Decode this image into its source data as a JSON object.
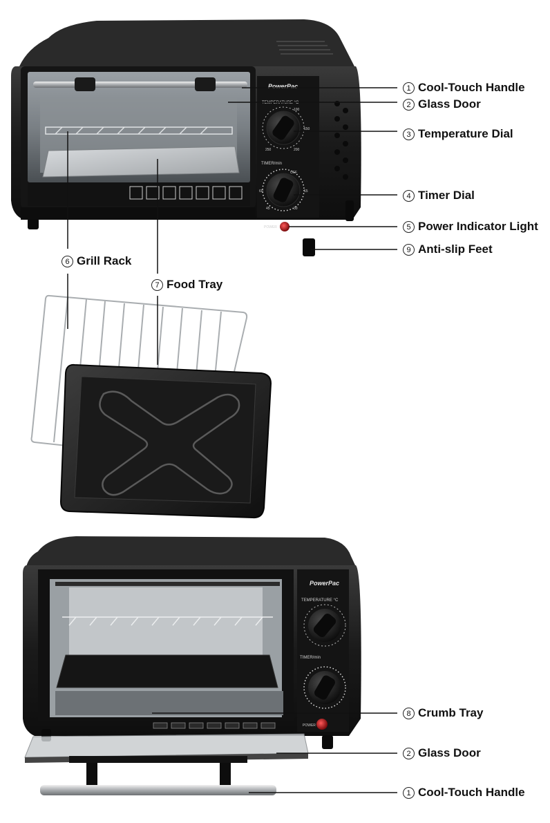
{
  "brand": "PowerPac",
  "panel_text": {
    "temperature": "TEMPERATURE °C",
    "timer": "TIMER/min",
    "power": "POWER",
    "off": "OFF",
    "temp_100": "100",
    "temp_150": "150",
    "temp_200": "200",
    "temp_250": "250",
    "timer_15": "15",
    "timer_30": "30",
    "timer_45": "45",
    "timer_60": "60"
  },
  "labels": {
    "cool_touch_handle": {
      "num": "1",
      "text": "Cool-Touch Handle"
    },
    "glass_door": {
      "num": "2",
      "text": "Glass Door"
    },
    "temperature_dial": {
      "num": "3",
      "text": "Temperature Dial"
    },
    "timer_dial": {
      "num": "4",
      "text": "Timer Dial"
    },
    "power_indicator_light": {
      "num": "5",
      "text": "Power Indicator Light"
    },
    "grill_rack": {
      "num": "6",
      "text": "Grill Rack"
    },
    "food_tray": {
      "num": "7",
      "text": "Food Tray"
    },
    "crumb_tray": {
      "num": "8",
      "text": "Crumb Tray"
    },
    "anti_slip_feet": {
      "num": "9",
      "text": "Anti-slip Feet"
    },
    "glass_door_bottom": {
      "num": "2",
      "text": "Glass Door"
    },
    "cool_touch_handle_bottom": {
      "num": "1",
      "text": "Cool-Touch Handle"
    }
  },
  "colors": {
    "body": "#1b1b1b",
    "window": "#6f7478",
    "tray": "#b9bcbf",
    "chrome": "#c8cbce",
    "power_light": "#b3171a",
    "leader": "#111111"
  }
}
